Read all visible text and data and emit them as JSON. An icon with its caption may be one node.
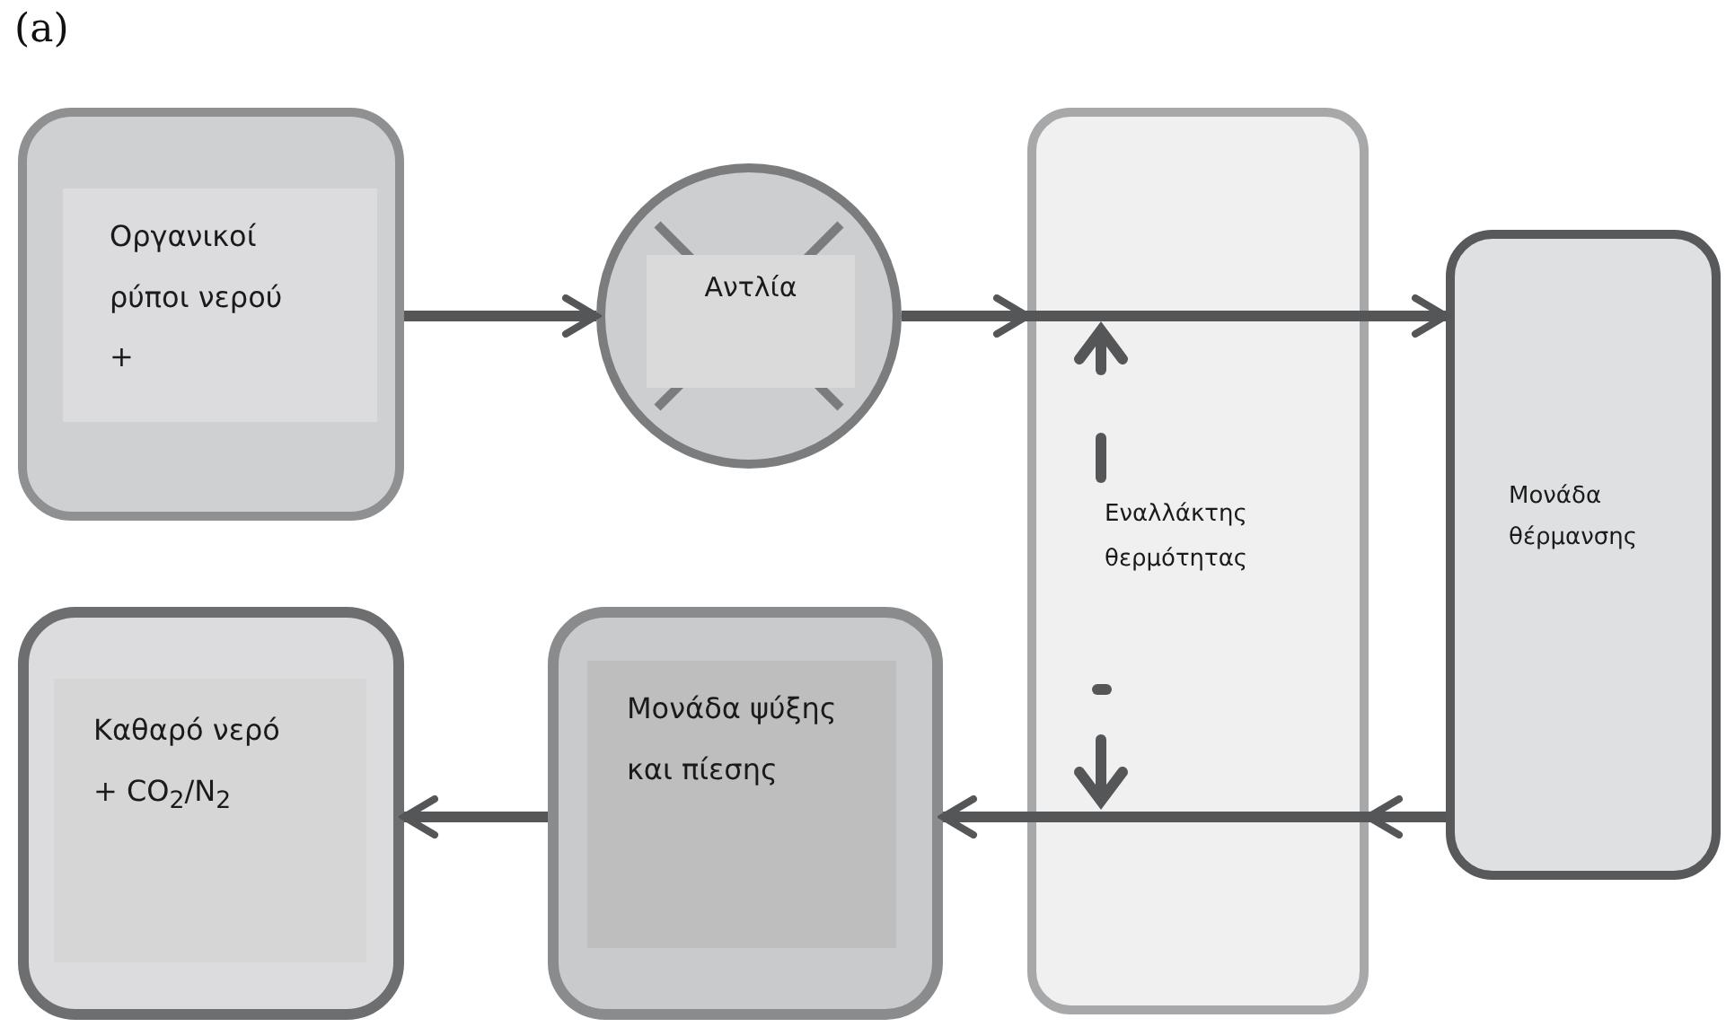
{
  "diagram": {
    "nodes": [
      {
        "text": [
          "Οργανικοί ρύποι νερού +"
        ]
      },
      {
        "text": [
          "Αντλία"
        ]
      },
      {
        "text": [
          "Εναλλάκτης θερμότητας"
        ]
      },
      {
        "text": [
          "Μονάδα θέρμανσης"
        ]
      },
      {
        "text": [
          "Μονάδα ψύξης και πίεσης"
        ]
      },
      {
        "text": [
          "Καθαρό νερό + CO$_{2}$/N$_{2}$"
        ]
      }
    ],
    "edges": [
      {
        "from": 0,
        "to": 1,
        "arrow": "to"
      },
      {
        "from": 1,
        "to": 2,
        "arrow": "to"
      },
      {
        "from": 2,
        "to": 3,
        "arrow": "to"
      },
      {
        "from": 3,
        "to": 2,
        "arrow": "to"
      },
      {
        "from": 2,
        "to": 4,
        "arrow": "to"
      },
      {
        "from": 4,
        "to": 5,
        "arrow": "to"
      }
    ],
    "labels": [
      "(a)"
    ]
  }
}
